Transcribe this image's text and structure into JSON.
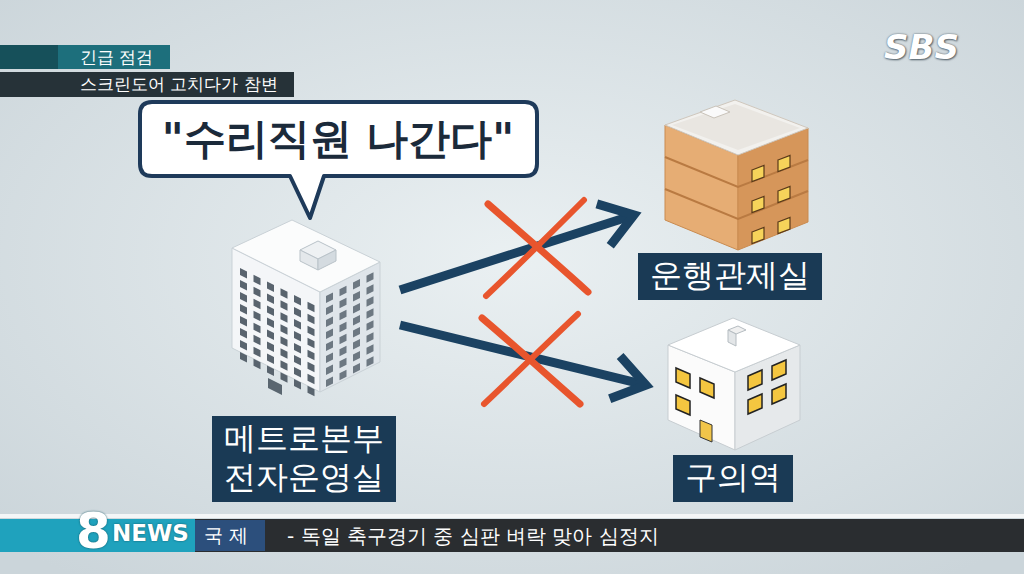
{
  "diagram": {
    "nodes": [
      {
        "text": [
          "긴급 점검"
        ]
      },
      {
        "text": [
          "스크린도어 고치다가 참변"
        ]
      },
      {
        "text": [
          "\"수리직원 나간다\""
        ]
      },
      {
        "text": [
          "메트로본부 전자운영실"
        ]
      },
      {
        "text": [
          "운행관제실"
        ]
      },
      {
        "text": [
          "구의역"
        ]
      },
      {
        "text": [
          "국 제"
        ]
      },
      {
        "text": [
          "- 독일 축구경기 중 심판 벼락 맞아 심정지"
        ]
      }
    ],
    "edges": [
      {
        "from": 3,
        "to": 4,
        "arrow": "to"
      },
      {
        "from": 3,
        "to": 5,
        "arrow": "to"
      }
    ],
    "labels": [
      "SBS",
      "8",
      "NEWS"
    ]
  }
}
